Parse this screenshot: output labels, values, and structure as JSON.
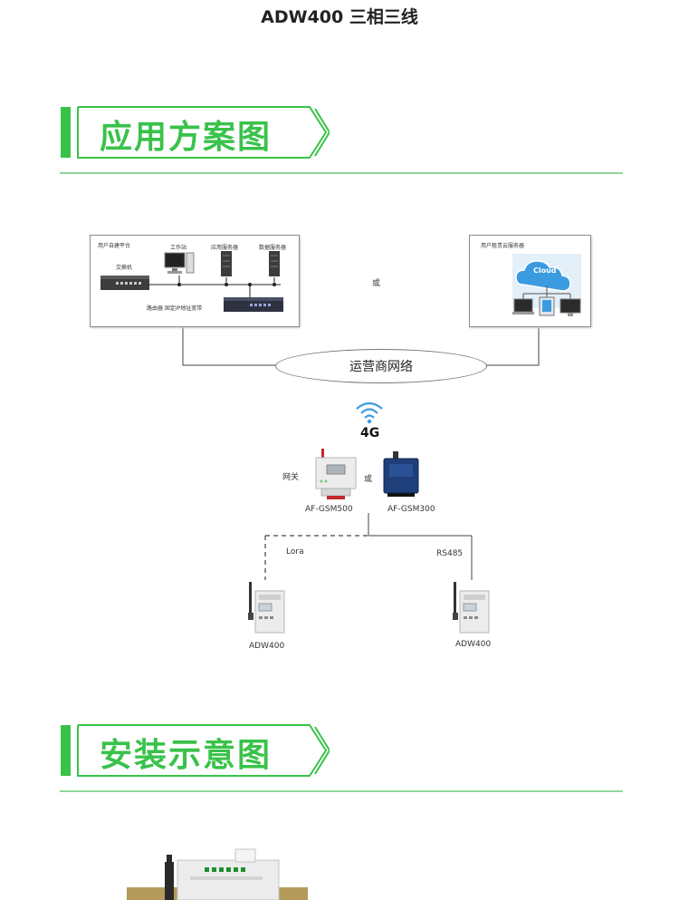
{
  "page": {
    "title": "ADW400 三相三线"
  },
  "sections": [
    {
      "title": "应用方案图"
    },
    {
      "title": "安装示意图"
    }
  ],
  "diagram": {
    "left_box": {
      "label": "用户自建平台",
      "switch_label": "交换机",
      "workstation_label": "工作站",
      "app_server_label": "应用服务器",
      "db_server_label": "数据服务器",
      "router_label": "路由器 固定IP地址宽带"
    },
    "right_box": {
      "label": "用户租赁云服务器",
      "cloud_label": "Cloud"
    },
    "or_label_top": "或",
    "network_label": "运营商网络",
    "signal_label": "4G",
    "gateway_label": "网关",
    "or_label_mid": "或",
    "gateway1_model": "AF-GSM500",
    "gateway2_model": "AF-GSM300",
    "link_left_label": "Lora",
    "link_right_label": "RS485",
    "meter_left_label": "ADW400",
    "meter_right_label": "ADW400"
  },
  "colors": {
    "accent_green": "#39c24a",
    "rule_green": "#8fd79a",
    "cloud_blue": "#3b9be0"
  }
}
